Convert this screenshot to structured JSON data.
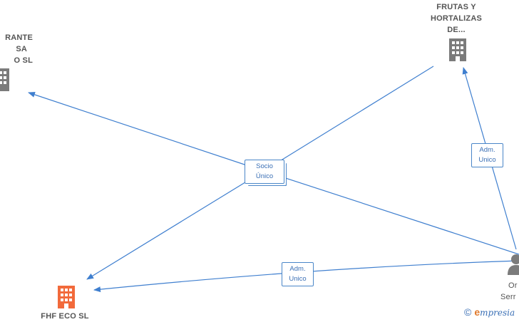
{
  "nodes": {
    "left_company": {
      "lines": [
        "RANTE",
        "SA",
        "O  SL"
      ]
    },
    "frutas": {
      "lines": [
        "FRUTAS Y",
        "HORTALIZAS",
        "DE..."
      ]
    },
    "fhf": {
      "lines": [
        "FHF ECO  SL"
      ],
      "highlight_color": "#f26a3b"
    },
    "person": {
      "lines": [
        "Or",
        "Serr"
      ]
    }
  },
  "edge_labels": {
    "socio": [
      "Socio",
      "Único"
    ],
    "adm_top": [
      "Adm.",
      "Unico"
    ],
    "adm_bottom": [
      "Adm.",
      "Unico"
    ]
  },
  "colors": {
    "edge": "#3f7fcf",
    "building": "#7b7b7b",
    "highlight": "#f26a3b",
    "person": "#7b7b7b"
  },
  "watermark": {
    "symbol": "©",
    "brand_initial": "e",
    "brand_rest": "mpresia"
  },
  "icons": {
    "building": "building-icon",
    "person": "person-icon"
  }
}
